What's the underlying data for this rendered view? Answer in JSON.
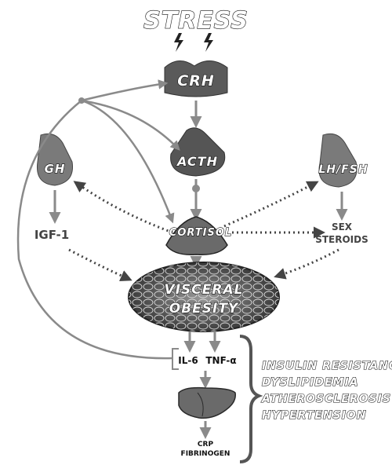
{
  "diagram": {
    "stress": "STRESS",
    "crh": "CRH",
    "acth": "ACTH",
    "gh": "GH",
    "lh_fsh": "LH/FSH",
    "igf1": "IGF-1",
    "cortisol": "CORTISOL",
    "sex_steroids_line1": "SEX",
    "sex_steroids_line2": "STEROIDS",
    "visceral_line1": "VISCERAL",
    "visceral_line2": "OBESITY",
    "il6": "IL-6",
    "tnf": "TNF-α",
    "crp": "CRP",
    "fibrinogen": "FIBRINOGEN",
    "outcomes": [
      "INSULIN RESISTANCE",
      "DYSLIPIDEMIA",
      "ATHEROSCLEROSIS",
      "HYPERTENSION"
    ]
  }
}
